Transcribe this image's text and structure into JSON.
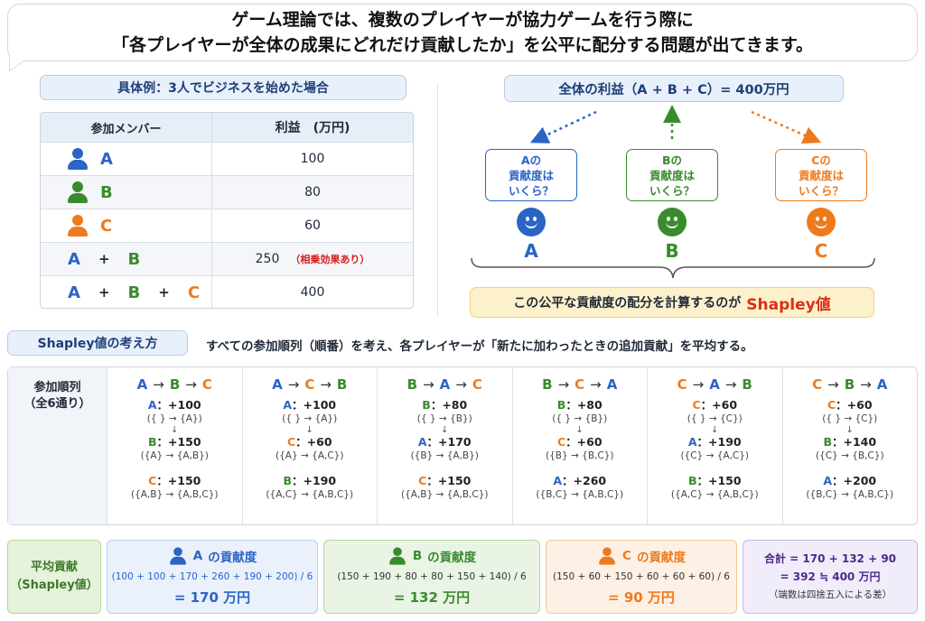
{
  "header": {
    "line1": "ゲーム理論では、複数のプレイヤーが協力ゲームを行う際に",
    "line2": "「各プレイヤーが全体の成果にどれだけ貢献したか」を公平に配分する問題が出てきます。"
  },
  "example": {
    "title": "具体例：3人でビジネスを始めた場合",
    "col_member": "参加メンバー",
    "col_profit": "利益　(万円)",
    "rows": [
      {
        "members": [
          "A"
        ],
        "profit": "100",
        "note": ""
      },
      {
        "members": [
          "B"
        ],
        "profit": "80",
        "note": ""
      },
      {
        "members": [
          "C"
        ],
        "profit": "60",
        "note": ""
      },
      {
        "members": [
          "A",
          "B"
        ],
        "profit": "250",
        "note": "（相乗効果あり）"
      },
      {
        "members": [
          "A",
          "B",
          "C"
        ],
        "profit": "400",
        "note": ""
      }
    ],
    "plus": "+"
  },
  "total_profit": "全体の利益（A + B + C）= 400万円",
  "questions": [
    {
      "text": "Aの\n貢献度は\nいくら？",
      "letter": "A"
    },
    {
      "text": "Bの\n貢献度は\nいくら？",
      "letter": "B"
    },
    {
      "text": "Cの\n貢献度は\nいくら？",
      "letter": "C"
    }
  ],
  "shapley_banner": {
    "text": "この公平な貢献度の配分を計算するのが",
    "term": "Shapley値"
  },
  "approach": {
    "title": "Shapley値の考え方",
    "desc": "すべての参加順列（順番）を考え、各プレイヤーが「新たに加わったときの追加貢献」を平均する。"
  },
  "orders": {
    "label1": "参加順列",
    "label2": "（全6通り）",
    "arrow": "→",
    "down": "↓",
    "columns": [
      {
        "seq": [
          "A",
          "B",
          "C"
        ],
        "steps": [
          {
            "p": "A",
            "v": "：+100",
            "s": "({ } → {A})"
          },
          {
            "p": "B",
            "v": "：+150",
            "s": "({A} → {A,B})"
          },
          {
            "p": "C",
            "v": "：+150",
            "s": "({A,B} → {A,B,C})"
          }
        ]
      },
      {
        "seq": [
          "A",
          "C",
          "B"
        ],
        "steps": [
          {
            "p": "A",
            "v": "：+100",
            "s": "({ } → {A})"
          },
          {
            "p": "C",
            "v": "：+60",
            "s": "({A} → {A,C})"
          },
          {
            "p": "B",
            "v": "：+190",
            "s": "({A,C} → {A,B,C})"
          }
        ]
      },
      {
        "seq": [
          "B",
          "A",
          "C"
        ],
        "steps": [
          {
            "p": "B",
            "v": "：+80",
            "s": "({ } → {B})"
          },
          {
            "p": "A",
            "v": "：+170",
            "s": "({B} → {A,B})"
          },
          {
            "p": "C",
            "v": "：+150",
            "s": "({A,B} → {A,B,C})"
          }
        ]
      },
      {
        "seq": [
          "B",
          "C",
          "A"
        ],
        "steps": [
          {
            "p": "B",
            "v": "：+80",
            "s": "({ } → {B})"
          },
          {
            "p": "C",
            "v": "：+60",
            "s": "({B} → {B,C})"
          },
          {
            "p": "A",
            "v": "：+260",
            "s": "({B,C} → {A,B,C})"
          }
        ]
      },
      {
        "seq": [
          "C",
          "A",
          "B"
        ],
        "steps": [
          {
            "p": "C",
            "v": "：+60",
            "s": "({ } → {C})"
          },
          {
            "p": "A",
            "v": "：+190",
            "s": "({C} → {A,C})"
          },
          {
            "p": "B",
            "v": "：+150",
            "s": "({A,C} → {A,B,C})"
          }
        ]
      },
      {
        "seq": [
          "C",
          "B",
          "A"
        ],
        "steps": [
          {
            "p": "C",
            "v": "：+60",
            "s": "({ } → {C})"
          },
          {
            "p": "B",
            "v": "：+140",
            "s": "({C} → {B,C})"
          },
          {
            "p": "A",
            "v": "：+200",
            "s": "({B,C} → {A,B,C})"
          }
        ]
      }
    ]
  },
  "average": {
    "label1": "平均貢献",
    "label2": "（Shapley値）",
    "items": [
      {
        "letter": "A",
        "head": "の貢献度",
        "formula": "(100 + 100 + 170 + 260 + 190 + 200) / 6",
        "result": "= 170 万円"
      },
      {
        "letter": "B",
        "head": "の貢献度",
        "formula": "(150 + 190 + 80 + 80 + 150 + 140) / 6",
        "result": "= 132 万円"
      },
      {
        "letter": "C",
        "head": "の貢献度",
        "formula": "(150 + 60 + 150 + 60 + 60 + 60) / 6",
        "result": "= 90 万円"
      }
    ],
    "total_line1": "合計 = 170 + 132 + 90",
    "total_line2": "= 392 ≒ 400 万円",
    "total_note": "（端数は四捨五入による差）"
  },
  "colors": {
    "A": "#2a64c5",
    "B": "#3a8a2e",
    "C": "#ee7a1c"
  }
}
